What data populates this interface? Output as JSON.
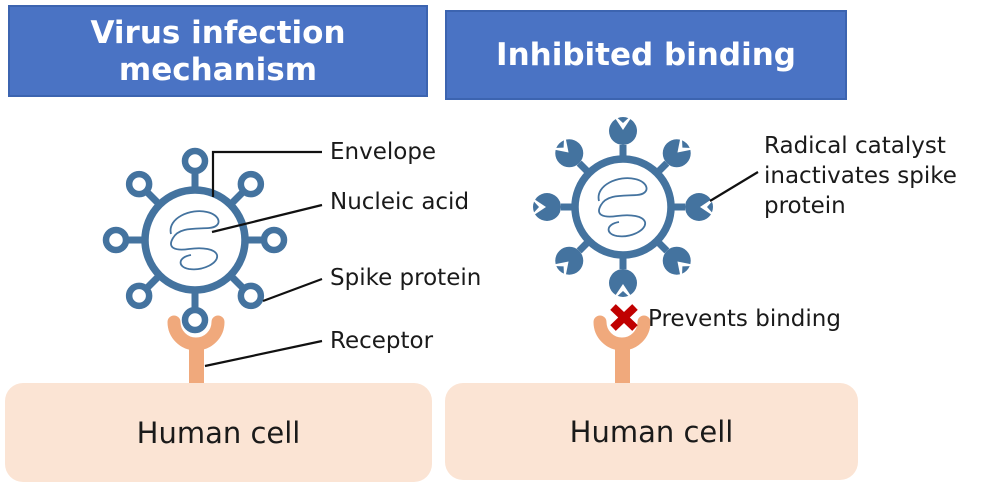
{
  "colors": {
    "header_blue": "#4A73C4",
    "header_border": "#3C64B0",
    "virus_blue": "#44739F",
    "receptor_orange": "#F0A97C",
    "cell_peach": "#FBE4D4",
    "x_red": "#C00000",
    "line_black": "#111111",
    "text_dark": "#1A1A1A",
    "title_white": "#FFFFFF"
  },
  "left_panel": {
    "title": "Virus infection mechanism",
    "labels": {
      "envelope": "Envelope",
      "nucleic_acid": "Nucleic acid",
      "spike_protein": "Spike protein",
      "receptor": "Receptor"
    },
    "cell_label": "Human cell"
  },
  "right_panel": {
    "title": "Inhibited binding",
    "callout": "Radical catalyst inactivates spike protein",
    "prevents_label": "Prevents binding",
    "cell_label": "Human cell"
  }
}
